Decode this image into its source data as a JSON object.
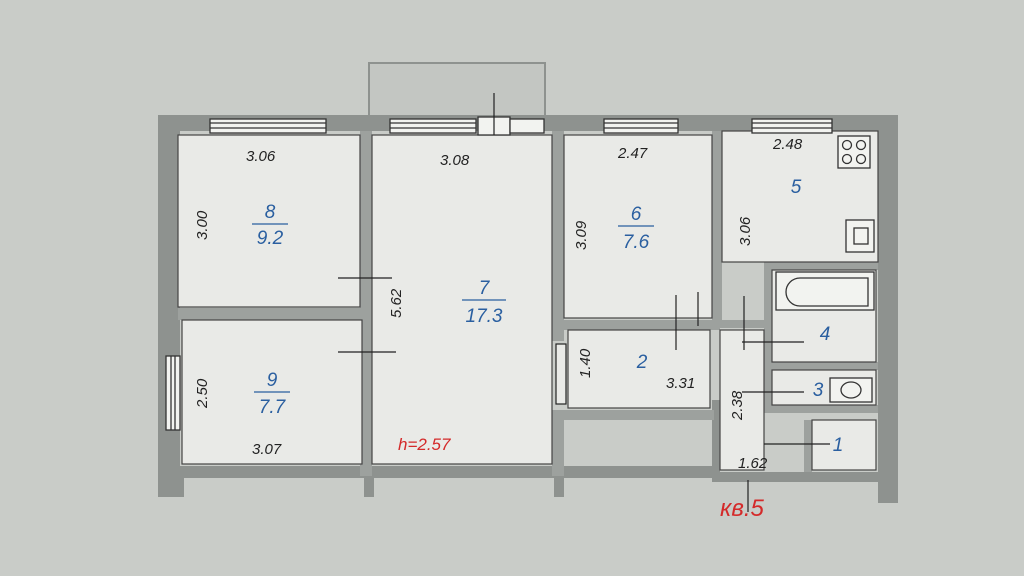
{
  "colors": {
    "background": "#c9ccc8",
    "wall": "#8e928f",
    "room_numbers": "#2a5fa0",
    "dimensions": "#222222",
    "annotations": "#d42a2a"
  },
  "rooms": [
    {
      "number": "8",
      "area": "9.2"
    },
    {
      "number": "9",
      "area": "7.7"
    },
    {
      "number": "7",
      "area": "17.3"
    },
    {
      "number": "6",
      "area": "7.6"
    },
    {
      "number": "5",
      "area": ""
    },
    {
      "number": "4",
      "area": ""
    },
    {
      "number": "3",
      "area": ""
    },
    {
      "number": "2",
      "area": ""
    },
    {
      "number": "1",
      "area": ""
    }
  ],
  "dimensions": [
    "3.06",
    "3.00",
    "2.50",
    "3.07",
    "3.08",
    "5.62",
    "2.47",
    "3.09",
    "2.48",
    "3.06",
    "1.40",
    "3.31",
    "2.38",
    "1.62"
  ],
  "ceiling_height": "h=2.57",
  "apartment_label": "кв.5"
}
